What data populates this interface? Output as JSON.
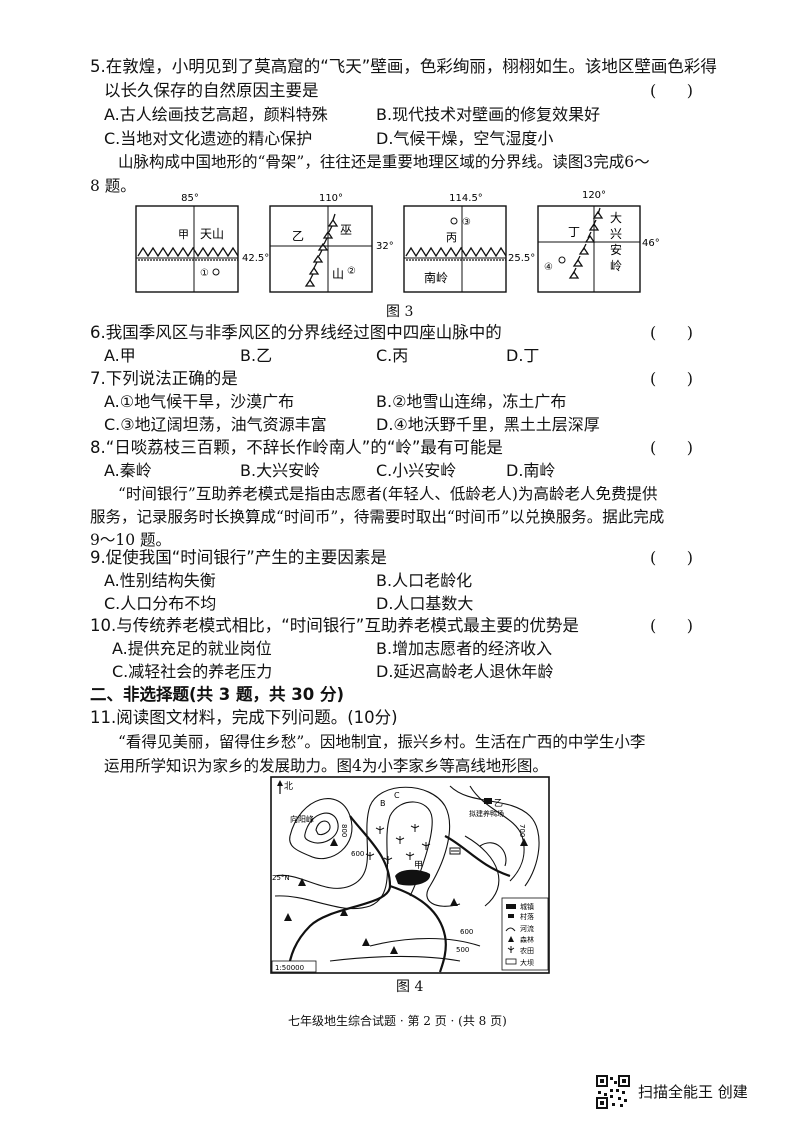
{
  "q5": {
    "stem1": "5.在敦煌，小明见到了莫高窟的“飞天”壁画，色彩绚丽，栩栩如生。该地区壁画色彩得",
    "stem2": "以长久保存的自然原因主要是",
    "paren": "(      )",
    "a": "A.古人绘画技艺高超，颜料特殊",
    "b": "B.现代技术对壁画的修复效果好",
    "c": "C.当地对文化遗迹的精心保护",
    "d": "D.气候干燥，空气湿度小"
  },
  "intro_6_8": {
    "line1": "山脉构成中国地形的“骨架”，往往还是重要地理区域的分界线。读图3完成6～",
    "line2": "8 题。"
  },
  "figure3": {
    "caption": "图 3",
    "maps": [
      {
        "top_lon": "85°",
        "side_lat": "42.5°",
        "labels": [
          "甲",
          "天山",
          "①"
        ]
      },
      {
        "top_lon": "110°",
        "side_lat": "32°",
        "labels": [
          "乙",
          "巫",
          "山",
          "②"
        ]
      },
      {
        "top_lon": "114.5°",
        "side_lat": "25.5°",
        "labels": [
          "③",
          "丙",
          "南岭"
        ]
      },
      {
        "top_lon": "120°",
        "side_lat": "46°",
        "labels": [
          "丁",
          "大",
          "兴",
          "安",
          "岭",
          "④"
        ]
      }
    ]
  },
  "q6": {
    "stem": "6.我国季风区与非季风区的分界线经过图中四座山脉中的",
    "paren": "(      )",
    "a": "A.甲",
    "b": "B.乙",
    "c": "C.丙",
    "d": "D.丁"
  },
  "q7": {
    "stem": "7.下列说法正确的是",
    "paren": "(      )",
    "a": "A.①地气候干旱，沙漠广布",
    "b": "B.②地雪山连绵，冻土广布",
    "c": "C.③地辽阔坦荡，油气资源丰富",
    "d": "D.④地沃野千里，黑土土层深厚"
  },
  "q8": {
    "stem": "8.“日啖荔枝三百颗，不辞长作岭南人”的“岭”最有可能是",
    "paren": "(      )",
    "a": "A.秦岭",
    "b": "B.大兴安岭",
    "c": "C.小兴安岭",
    "d": "D.南岭"
  },
  "intro_9_10": {
    "line1": "“时间银行”互助养老模式是指由志愿者(年轻人、低龄老人)为高龄老人免费提供",
    "line2": "服务，记录服务时长换算成“时间币”，待需要时取出“时间币”以兑换服务。据此完成",
    "line3": "9～10 题。"
  },
  "q9": {
    "stem": "9.促使我国“时间银行”产生的主要因素是",
    "paren": "(      )",
    "a": "A.性别结构失衡",
    "b": "B.人口老龄化",
    "c": "C.人口分布不均",
    "d": "D.人口基数大"
  },
  "q10": {
    "stem": "10.与传统养老模式相比，“时间银行”互助养老模式最主要的优势是",
    "paren": "(      )",
    "a": "A.提供充足的就业岗位",
    "b": "B.增加志愿者的经济收入",
    "c": "C.减轻社会的养老压力",
    "d": "D.延迟高龄老人退休年龄"
  },
  "section2": {
    "title": "二、非选择题(共 3 题，共 30 分)"
  },
  "q11": {
    "stem": "11.阅读图文材料，完成下列问题。(10分)",
    "line1": "“看得见美丽，留得住乡愁”。因地制宜，振兴乡村。生活在广西的中学生小李",
    "line2": "运用所学知识为家乡的发展助力。图4为小李家乡等高线地形图。"
  },
  "figure4": {
    "caption": "图 4",
    "north": "北",
    "peak": "向阳峰",
    "c800": "800",
    "c600": "600",
    "c500": "500",
    "c600b": "600",
    "c700": "700",
    "label_c": "C",
    "label_b": "B",
    "label_yi": "乙",
    "farm": "拟建养鸭场",
    "label_jia": "甲",
    "lat": "25°N",
    "scale": "1:50000",
    "legend": [
      "城镇",
      "村落",
      "河流",
      "森林",
      "农田",
      "大坝"
    ]
  },
  "footer": {
    "text": "七年级地生综合试题 · 第 2 页 · (共 8 页)"
  },
  "scan": {
    "text": "扫描全能王 创建"
  }
}
